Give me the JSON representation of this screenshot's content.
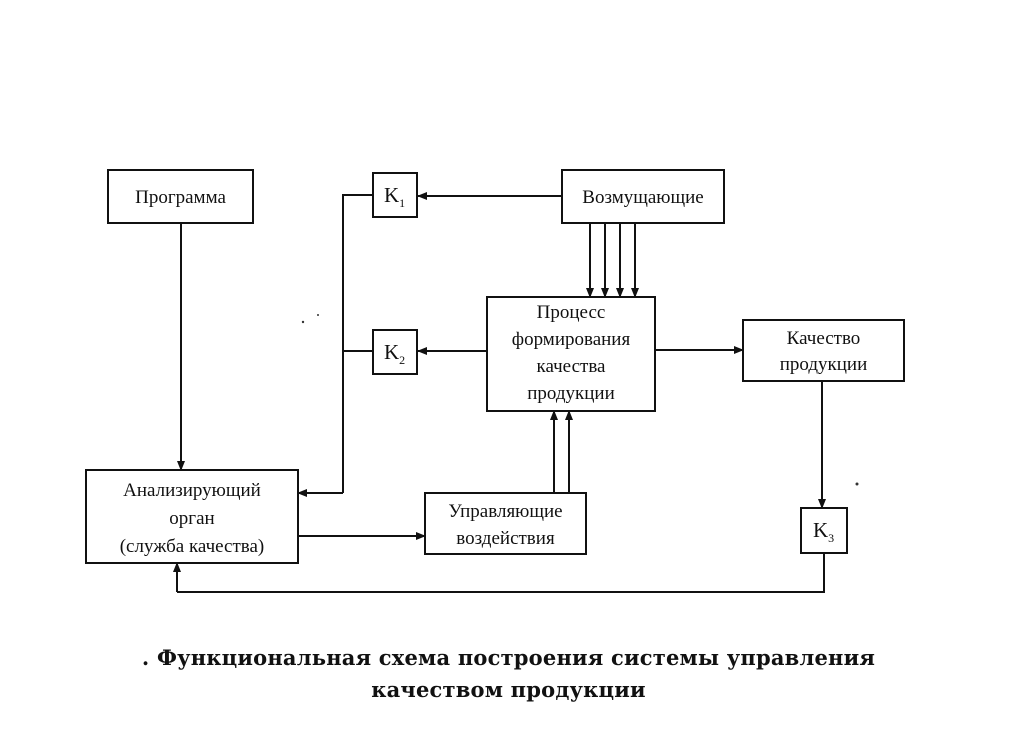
{
  "diagram": {
    "blocks": {
      "program": "Программа",
      "disturbing": "Возмущающие",
      "process": [
        "Процесс",
        "формирования",
        "качества",
        "продукции"
      ],
      "quality": [
        "Качество",
        "продукции"
      ],
      "analyzer": [
        "Анализирующий",
        "орган",
        "(служба качества)"
      ],
      "control": [
        "Управляющие",
        "воздействия"
      ]
    },
    "sensors": {
      "k1": {
        "letter": "K",
        "sub": "1"
      },
      "k2": {
        "letter": "K",
        "sub": "2"
      },
      "k3": {
        "letter": "K",
        "sub": "3"
      }
    }
  },
  "caption": {
    "prefix": ".",
    "line1": "Функциональная схема построения системы управления",
    "line2": "качеством продукции"
  }
}
